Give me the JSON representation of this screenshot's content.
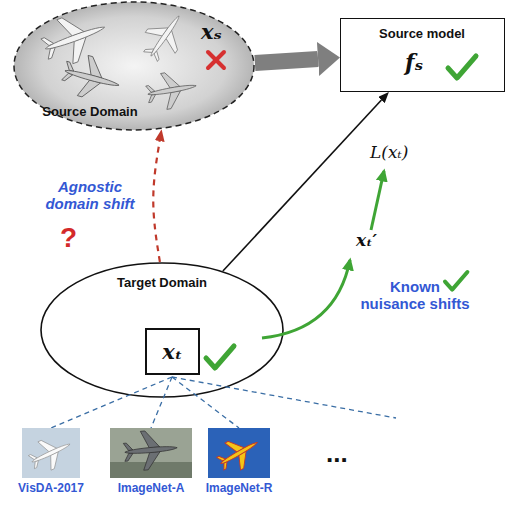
{
  "diagram": {
    "nodes": [
      {
        "text": [
          "xₛ",
          "Source Domain"
        ]
      },
      {
        "text": [
          "Source model",
          "fₛ"
        ]
      },
      {
        "text": [
          "Target Domain"
        ]
      },
      {
        "text": [
          "xₜ"
        ],
        "in": 2
      }
    ],
    "edges": [
      {
        "from": 0,
        "to": 1,
        "arrow": "to"
      },
      {
        "from": 2,
        "to": 1,
        "arrow": "to"
      },
      {
        "from": 2,
        "to": 0,
        "arrow": "to"
      }
    ],
    "labels": [
      "Agnostic domain shift",
      "?",
      "L(xₜ)",
      "xₜ′",
      "Known nuisance shifts",
      "VisDA-2017",
      "ImageNet-A",
      "ImageNet-R",
      "..."
    ]
  }
}
